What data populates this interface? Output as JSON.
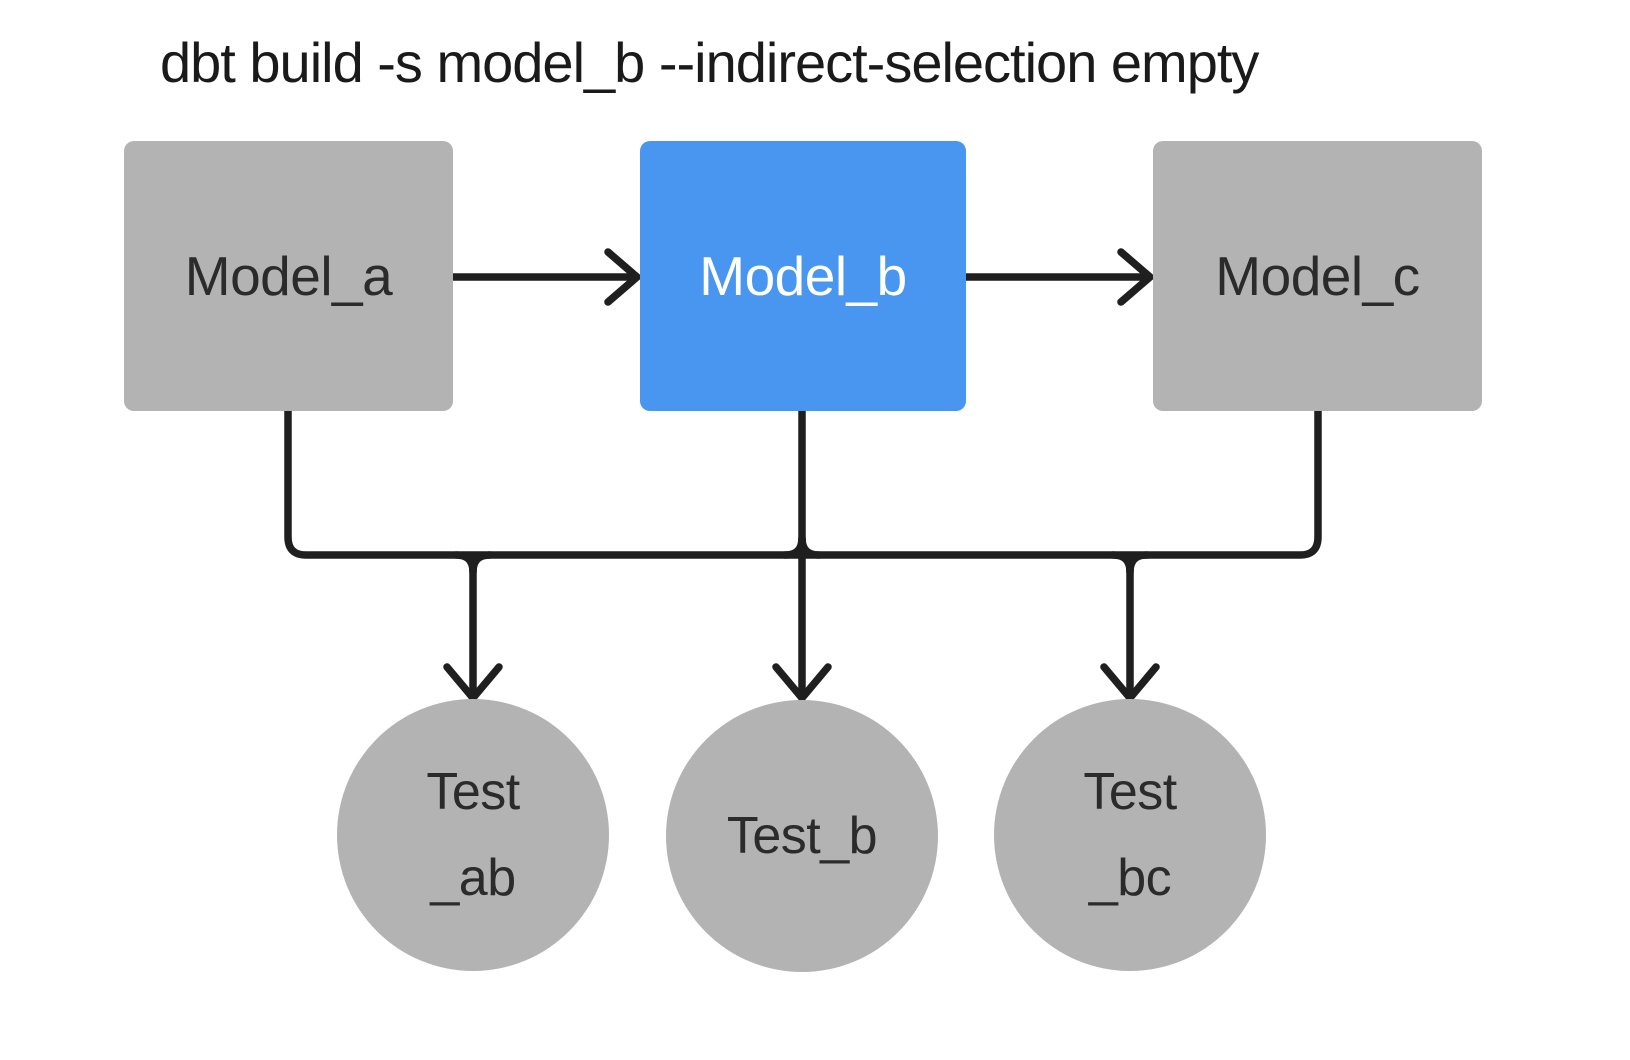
{
  "title": "dbt build -s model_b --indirect-selection empty",
  "nodes": {
    "models": [
      {
        "id": "model_a",
        "label": "Model_a",
        "selected": false
      },
      {
        "id": "model_b",
        "label": "Model_b",
        "selected": true
      },
      {
        "id": "model_c",
        "label": "Model_c",
        "selected": false
      }
    ],
    "tests": [
      {
        "id": "test_ab",
        "line1": "Test",
        "line2": "_ab"
      },
      {
        "id": "test_b",
        "line1": "Test_b",
        "line2": ""
      },
      {
        "id": "test_bc",
        "line1": "Test",
        "line2": "_bc"
      }
    ]
  },
  "edges": [
    {
      "from": "model_a",
      "to": "model_b"
    },
    {
      "from": "model_b",
      "to": "model_c"
    },
    {
      "from": "model_a",
      "to": "test_ab"
    },
    {
      "from": "model_b",
      "to": "test_ab"
    },
    {
      "from": "model_b",
      "to": "test_b"
    },
    {
      "from": "model_b",
      "to": "test_bc"
    },
    {
      "from": "model_c",
      "to": "test_bc"
    }
  ],
  "colors": {
    "background": "#ffffff",
    "node_gray": "#b3b3b3",
    "selected_blue": "#4896f0",
    "connector": "#1f1f1f",
    "text_dark": "#2b2b2b",
    "text_on_blue": "#ffffff"
  }
}
